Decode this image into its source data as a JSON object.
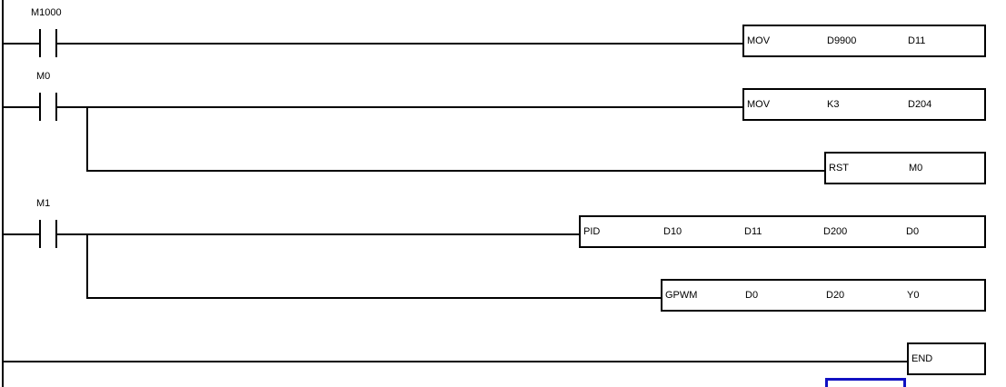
{
  "diagram": {
    "colors": {
      "line": "#000000",
      "background": "#ffffff",
      "text": "#000000",
      "cursor": "#1111c2"
    },
    "contacts": [
      {
        "label": "M1000",
        "symbol": "normally-open-contact"
      },
      {
        "label": "M0",
        "symbol": "normally-open-contact"
      },
      {
        "label": "M1",
        "symbol": "normally-open-contact"
      }
    ],
    "instructions": [
      {
        "op": "MOV",
        "p1": "D9900",
        "p2": "D11"
      },
      {
        "op": "MOV",
        "p1": "K3",
        "p2": "D204"
      },
      {
        "op": "RST",
        "p1": "M0"
      },
      {
        "op": "PID",
        "p1": "D10",
        "p2": "D11",
        "p3": "D200",
        "p4": "D0"
      },
      {
        "op": "GPWM",
        "p1": "D0",
        "p2": "D20",
        "p3": "Y0"
      },
      {
        "op": "END"
      }
    ]
  }
}
